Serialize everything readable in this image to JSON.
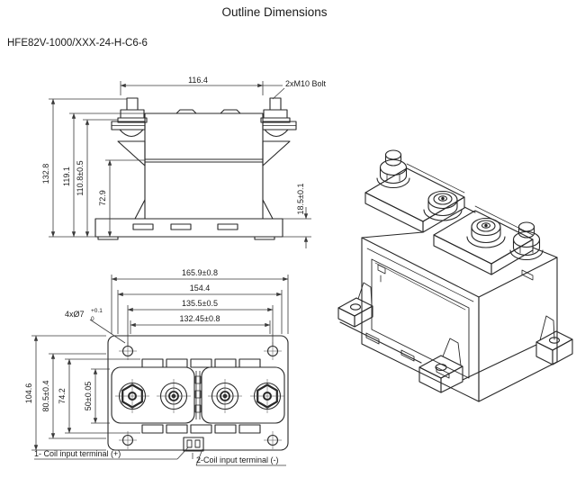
{
  "title": "Outline Dimensions",
  "part_number": "HFE82V-1000/XXX-24-H-C6-6",
  "front_view": {
    "dim_width_top": "116.4",
    "bolt_callout": "2xM10 Bolt",
    "dim_height_total": "132.8",
    "dim_height_cap": "119.1",
    "dim_height_washer": "110.8±0.5",
    "dim_height_mid": "72.9",
    "dim_base_height": "18.5±0.1"
  },
  "bottom_view": {
    "dim_width_outer": "165.9±0.8",
    "dim_width_plate": "154.4",
    "dim_hole_spacing": "135.5±0.5",
    "dim_width_inner": "132.45±0.8",
    "hole_callout": "4xØ7",
    "hole_tol_upper": "+0.1",
    "hole_tol_lower": "0",
    "dim_height_outer": "104.6",
    "dim_height_plate": "80.5±0.4",
    "dim_height_slots": "74.2",
    "dim_height_center": "50±0.05",
    "coil_positive_label": "1- Coil input terminal (+)",
    "coil_negative_label": "2-Coil input terminal (-)"
  },
  "colors": {
    "line": "#272727",
    "dim": "#3a3a3a",
    "background": "#ffffff"
  }
}
